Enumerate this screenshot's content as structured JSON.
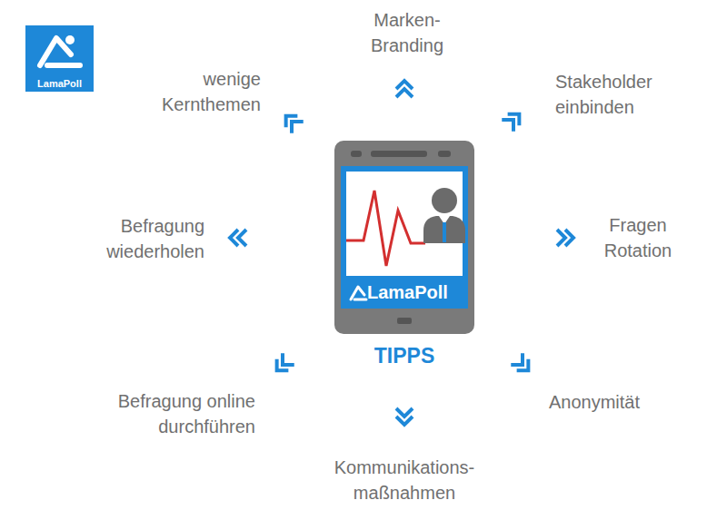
{
  "diagram": {
    "nodes": [
      {
        "text": [
          "LamaPoll"
        ]
      },
      {
        "text": [
          "LamaPoll",
          "TIPPS"
        ]
      }
    ],
    "labels": [
      "Marken- Branding",
      "wenige Kernthemen",
      "Stakeholder einbinden",
      "Befragung wiederholen",
      "Fragen Rotation",
      "Befragung online durchführen",
      "Anonymität",
      "Kommunikations- maßnahmen"
    ]
  }
}
